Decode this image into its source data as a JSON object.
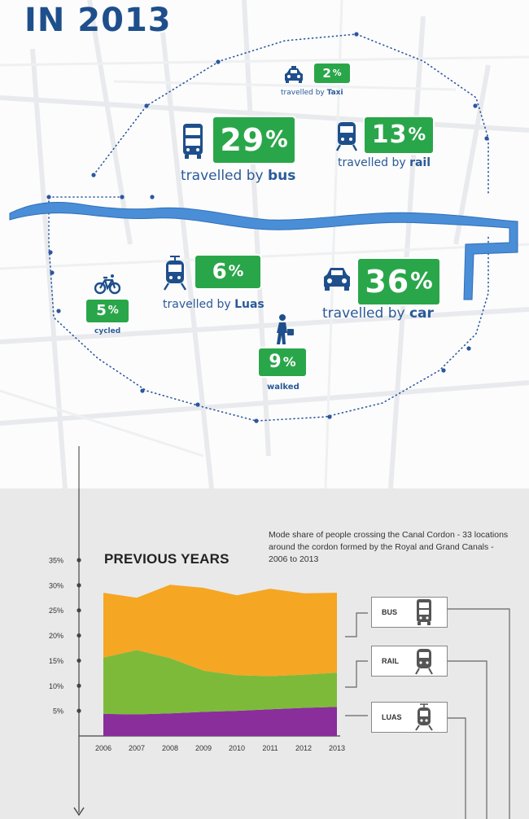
{
  "title": "IN 2013",
  "modes": {
    "bus": {
      "value": "29",
      "unit": "%",
      "caption_prefix": "travelled by ",
      "caption_mode": "bus"
    },
    "rail": {
      "value": "13",
      "unit": "%",
      "caption_prefix": "travelled by ",
      "caption_mode": "rail"
    },
    "taxi": {
      "value": "2",
      "unit": "%",
      "caption_prefix": "travelled by ",
      "caption_mode": "Taxi"
    },
    "luas": {
      "value": "6",
      "unit": "%",
      "caption_prefix": "travelled by ",
      "caption_mode": "Luas"
    },
    "car": {
      "value": "36",
      "unit": "%",
      "caption_prefix": "travelled by ",
      "caption_mode": "car"
    },
    "cycle": {
      "value": "5",
      "unit": "%",
      "caption": "cycled"
    },
    "walk": {
      "value": "9",
      "unit": "%",
      "caption": "walked"
    }
  },
  "icons": {
    "bus": "bus-icon",
    "rail": "train-icon",
    "taxi": "taxi-icon",
    "luas": "tram-icon",
    "car": "car-icon",
    "cycle": "bicycle-icon",
    "walk": "pedestrian-icon"
  },
  "colors": {
    "green": "#2aa64a",
    "navy": "#1e4f8c",
    "canal": "#4a8ed8",
    "bus": "#f5a623",
    "rail": "#7dba3a",
    "luas": "#8a2e9c"
  },
  "section_title": "PREVIOUS YEARS",
  "note": "Mode share of people crossing the Canal Cordon - 33 locations around the cordon formed by the Royal and Grand Canals - 2006 to 2013",
  "legend": [
    {
      "label": "BUS",
      "icon": "bus-icon"
    },
    {
      "label": "RAIL",
      "icon": "train-icon"
    },
    {
      "label": "LUAS",
      "icon": "tram-icon"
    }
  ],
  "chart_data": {
    "type": "area",
    "title": "PREVIOUS YEARS",
    "x": [
      "2006",
      "2007",
      "2008",
      "2009",
      "2010",
      "2011",
      "2012",
      "2013"
    ],
    "ylim": [
      0,
      35
    ],
    "yticks": [
      "35%",
      "30%",
      "25%",
      "20%",
      "15%",
      "10%",
      "5%"
    ],
    "ytick_values": [
      35,
      30,
      25,
      20,
      15,
      10,
      5
    ],
    "stacked": true,
    "series": [
      {
        "name": "LUAS",
        "color": "#8a2e9c",
        "values": [
          4.4,
          4.3,
          4.5,
          4.8,
          5.0,
          5.3,
          5.6,
          5.8
        ]
      },
      {
        "name": "RAIL",
        "color": "#7dba3a",
        "values": [
          11.2,
          12.8,
          11.0,
          8.2,
          7.1,
          6.6,
          6.6,
          6.8
        ]
      },
      {
        "name": "BUS",
        "color": "#f5a623",
        "values": [
          12.9,
          10.4,
          14.6,
          16.5,
          15.9,
          17.4,
          16.2,
          15.9
        ]
      }
    ],
    "grid": false,
    "legend": "right"
  }
}
